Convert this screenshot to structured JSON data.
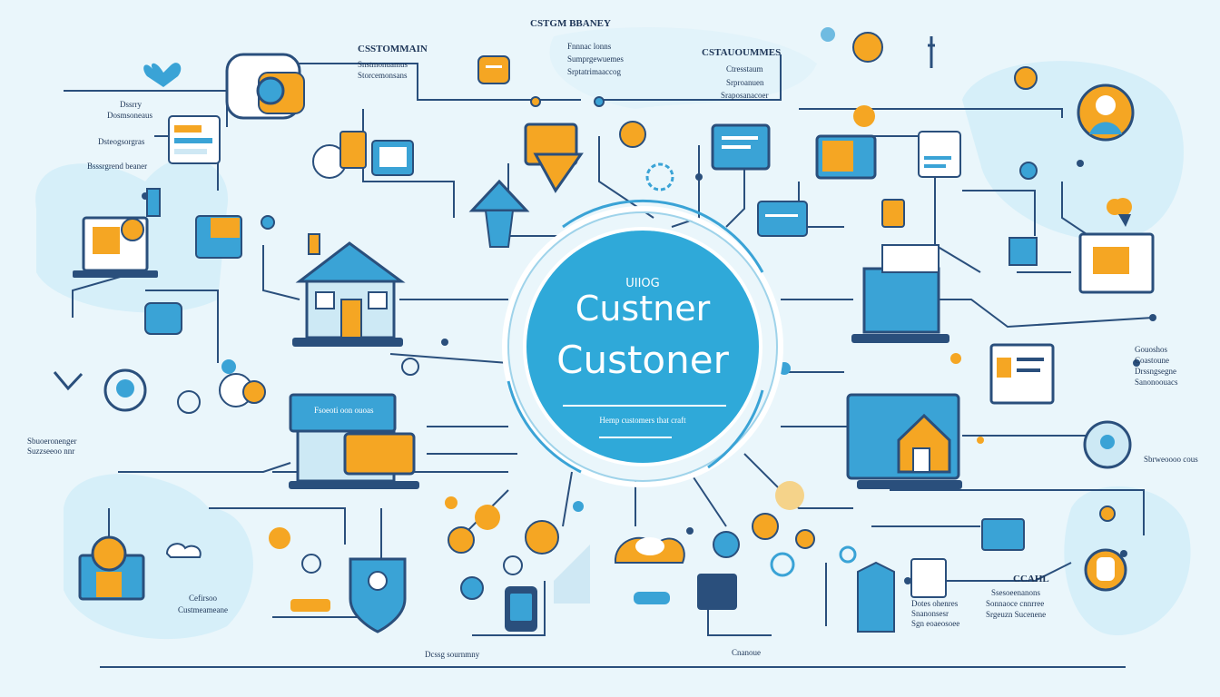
{
  "palette": {
    "background": "#eaf6fb",
    "blob": "#d4eef8",
    "line": "#2a4f7c",
    "accent_blue": "#3aa3d6",
    "accent_orange": "#f5a623",
    "hub": "#2fa9d9"
  },
  "hub": {
    "small": "UIIOG",
    "line1": "Custner",
    "line2": "Custoner",
    "caption": "Hemp customers that craft"
  },
  "labels": {
    "top_center": "CSTGM BBANEY",
    "top_left": {
      "title": "CSSTOMMAIN",
      "line1": "Snstmonuamus",
      "line2": "Storcemonsans"
    },
    "top_mid": {
      "line1": "Fnnnac lonns",
      "line2": "Sumprgewuemes",
      "line3": "Srptatrimaaccog"
    },
    "top_right": {
      "title": "CSTAUOUMMES",
      "line1": "Ctresstaum",
      "line2": "Srproanuen",
      "line3": "Sraposanacoer"
    },
    "left_upper": {
      "line1": "Dssrry",
      "line2": "Dosmsoneaus",
      "line3": "Dsteogsorgras",
      "line4": "Bsssrgrend beaner"
    },
    "left_lower": {
      "line1": "Sbuoeronenger",
      "line2": "Suzzseeoo nnr"
    },
    "right_mid": {
      "line1": "Gouoshos",
      "line2": "Coastoune",
      "line3": "Drssngsegne",
      "line4": "Sanonoouacs"
    },
    "right_lower": "Sbrweoooo cous",
    "bottom_left": {
      "line1": "Cefirsoo",
      "line2": "Custmeameane"
    },
    "bottom_center": "Dcssg sournmny",
    "bottom_mid": "Cnanoue",
    "bottom_right": {
      "title": "CCAHL",
      "line1": "Ssesoeenanons",
      "line2": "Sonnaoce cnnrree",
      "line3": "Srgeuzn Sucenene"
    },
    "bottom_right_small": {
      "line1": "Dotes ohenres",
      "line2": "Snanonsesr",
      "line3": "Sgn eoaeosoee"
    },
    "store_sign": "Fsoeoti oon ouoas"
  },
  "icons": [
    "heart-icon",
    "shopping-bag-icon",
    "wallet-icon",
    "browser-window-icon",
    "tag-icon",
    "chat-bubble-icon",
    "tablet-icon",
    "profile-card-icon",
    "laptop-icon",
    "house-icon",
    "storefront-icon",
    "megaphone-icon",
    "person-avatar-icon",
    "cloud-icon",
    "shield-icon",
    "smartphone-icon",
    "monitor-icon",
    "document-icon",
    "map-pin-icon",
    "bell-icon"
  ]
}
